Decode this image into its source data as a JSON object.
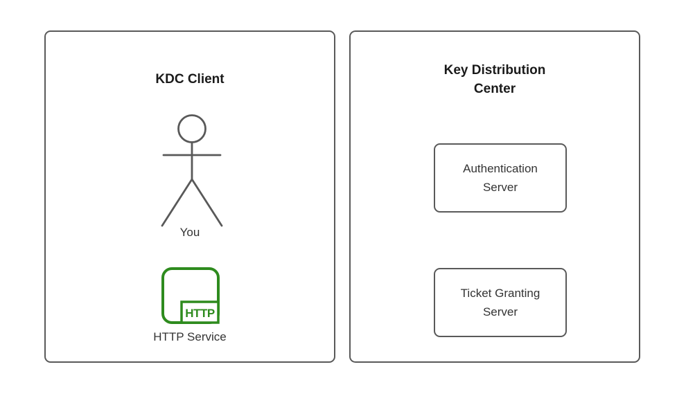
{
  "diagram": {
    "background": "#ffffff",
    "stroke_color": "#595959",
    "text_color": "#333333",
    "accent_green": "#2e8b1e"
  },
  "left_panel": {
    "title": "KDC Client",
    "actor": {
      "icon": "stick-figure-icon",
      "label": "You"
    },
    "service": {
      "icon": "http-service-icon",
      "icon_text": "HTTP",
      "label": "HTTP Service"
    }
  },
  "right_panel": {
    "title": "Key Distribution Center",
    "boxes": [
      {
        "label": "Authentication Server"
      },
      {
        "label": "Ticket Granting Server"
      }
    ]
  }
}
